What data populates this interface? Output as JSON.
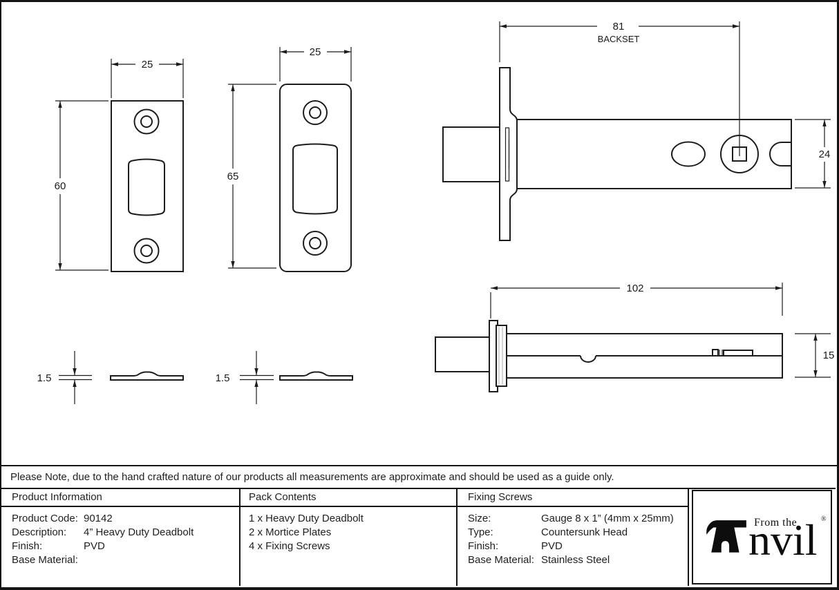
{
  "drawings": {
    "plate_front_small": {
      "width": "25",
      "height": "60"
    },
    "plate_front_large": {
      "width": "25",
      "height": "65"
    },
    "plate_profile_small": {
      "thickness": "1.5"
    },
    "plate_profile_large": {
      "thickness": "1.5"
    },
    "deadbolt_side_view": {
      "backset": "81",
      "backset_caption": "BACKSET",
      "height": "24"
    },
    "deadbolt_plan_view": {
      "length": "102",
      "height": "15"
    }
  },
  "note": {
    "text": "Please Note, due to the hand crafted nature of our products all measurements are approximate and should be used as a guide only."
  },
  "table": {
    "product_information": {
      "header": "Product Information",
      "rows": [
        {
          "label": "Product Code:",
          "value": "90142"
        },
        {
          "label": "Description:",
          "value": "4” Heavy Duty Deadbolt"
        },
        {
          "label": "Finish:",
          "value": "PVD"
        },
        {
          "label": "Base Material:",
          "value": ""
        }
      ]
    },
    "pack_contents": {
      "header": "Pack Contents",
      "items": [
        "1 x Heavy Duty Deadbolt",
        "2 x Mortice Plates",
        "4 x Fixing Screws"
      ]
    },
    "fixing_screws": {
      "header": "Fixing Screws",
      "rows": [
        {
          "label": "Size:",
          "value": "Gauge 8 x 1” (4mm x 25mm)"
        },
        {
          "label": "Type:",
          "value": "Countersunk Head"
        },
        {
          "label": "Finish:",
          "value": "PVD"
        },
        {
          "label": "Base Material:",
          "value": "Stainless Steel"
        }
      ]
    },
    "logo": {
      "brand_top": "From the",
      "brand_main": "nvil",
      "registered": "®"
    }
  }
}
